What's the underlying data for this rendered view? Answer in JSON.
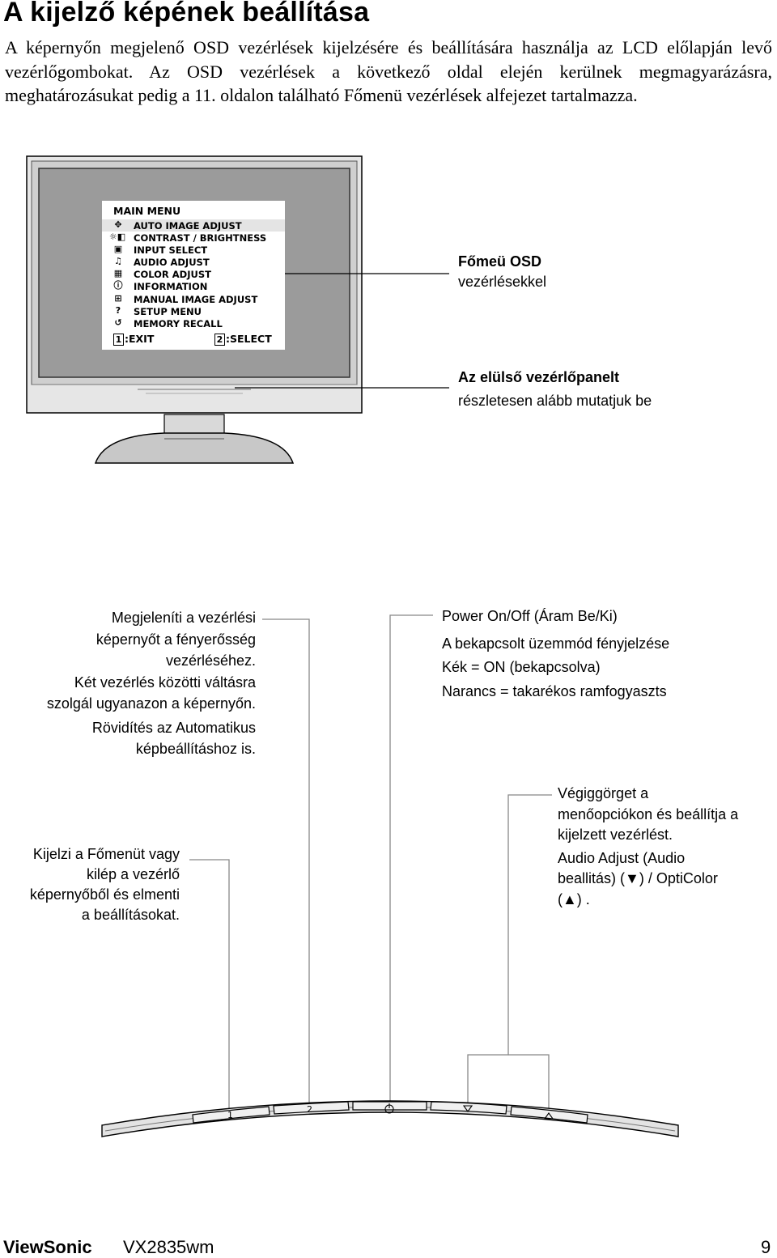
{
  "page": {
    "title": "A kijelző képének beállítása",
    "intro": "A képernyőn megjelenő OSD vezérlések kijelzésére és beállítására használja az LCD előlapján levő vezérlőgombokat. Az OSD vezérlések a következő oldal elején kerülnek megmagyarázásra, meghatározásukat pedig a 11. oldalon található Főmenü vezérlések alfejezet tartalmazza."
  },
  "osd_menu": {
    "title": "MAIN MENU",
    "items": [
      {
        "label": "AUTO IMAGE ADJUST",
        "icon": "auto-adjust-icon",
        "selected": true
      },
      {
        "label": "CONTRAST / BRIGHTNESS",
        "icon": "brightness-icon",
        "selected": false
      },
      {
        "label": "INPUT SELECT",
        "icon": "input-select-icon",
        "selected": false
      },
      {
        "label": "AUDIO ADJUST",
        "icon": "audio-icon",
        "selected": false
      },
      {
        "label": "COLOR ADJUST",
        "icon": "color-grid-icon",
        "selected": false
      },
      {
        "label": "INFORMATION",
        "icon": "info-icon",
        "selected": false
      },
      {
        "label": "MANUAL IMAGE ADJUST",
        "icon": "manual-adjust-icon",
        "selected": false
      },
      {
        "label": "SETUP MENU",
        "icon": "setup-icon",
        "selected": false
      },
      {
        "label": "MEMORY RECALL",
        "icon": "memory-recall-icon",
        "selected": false
      }
    ],
    "exit_key": "1",
    "exit_label": ":EXIT",
    "select_key": "2",
    "select_label": ":SELECT"
  },
  "callouts": {
    "osd": {
      "line1": "Főmeü OSD",
      "line2": "vezérlésekkel"
    },
    "panel": {
      "line1": "Az elülső vezérlőpanelt",
      "line2": "részletesen alább mutatjuk be"
    },
    "button2": [
      "Megjeleníti a vezérlési",
      "képernyőt a fényerősség",
      "vezérléséhez.",
      "Két vezérlés közötti váltásra",
      "szolgál ugyanazon a képernyőn.",
      "Rövidítés az Automatikus",
      "képbeállításhoz is."
    ],
    "power": [
      "Power On/Off (Áram Be/Ki)",
      "A bekapcsolt üzemmód fényjelzése",
      "Kék = ON (bekapcsolva)",
      "Narancs = takarékos ramfogyaszts"
    ],
    "button1": [
      "Kijelzi a Főmenüt vagy",
      "kilép a vezérlő",
      "képernyőből és elmenti",
      "a beállításokat."
    ],
    "arrows": [
      "Végiggörget a",
      "menőopciókon és beállítja a",
      "kijelzett vezérlést.",
      "Audio Adjust (Audio",
      "beallitás) (▼) / OptiColor",
      "(▲) ."
    ]
  },
  "panel_buttons": {
    "b1": "1",
    "b2": "2"
  },
  "footer": {
    "brand": "ViewSonic",
    "model": "VX2835wm",
    "page_number": "9"
  }
}
